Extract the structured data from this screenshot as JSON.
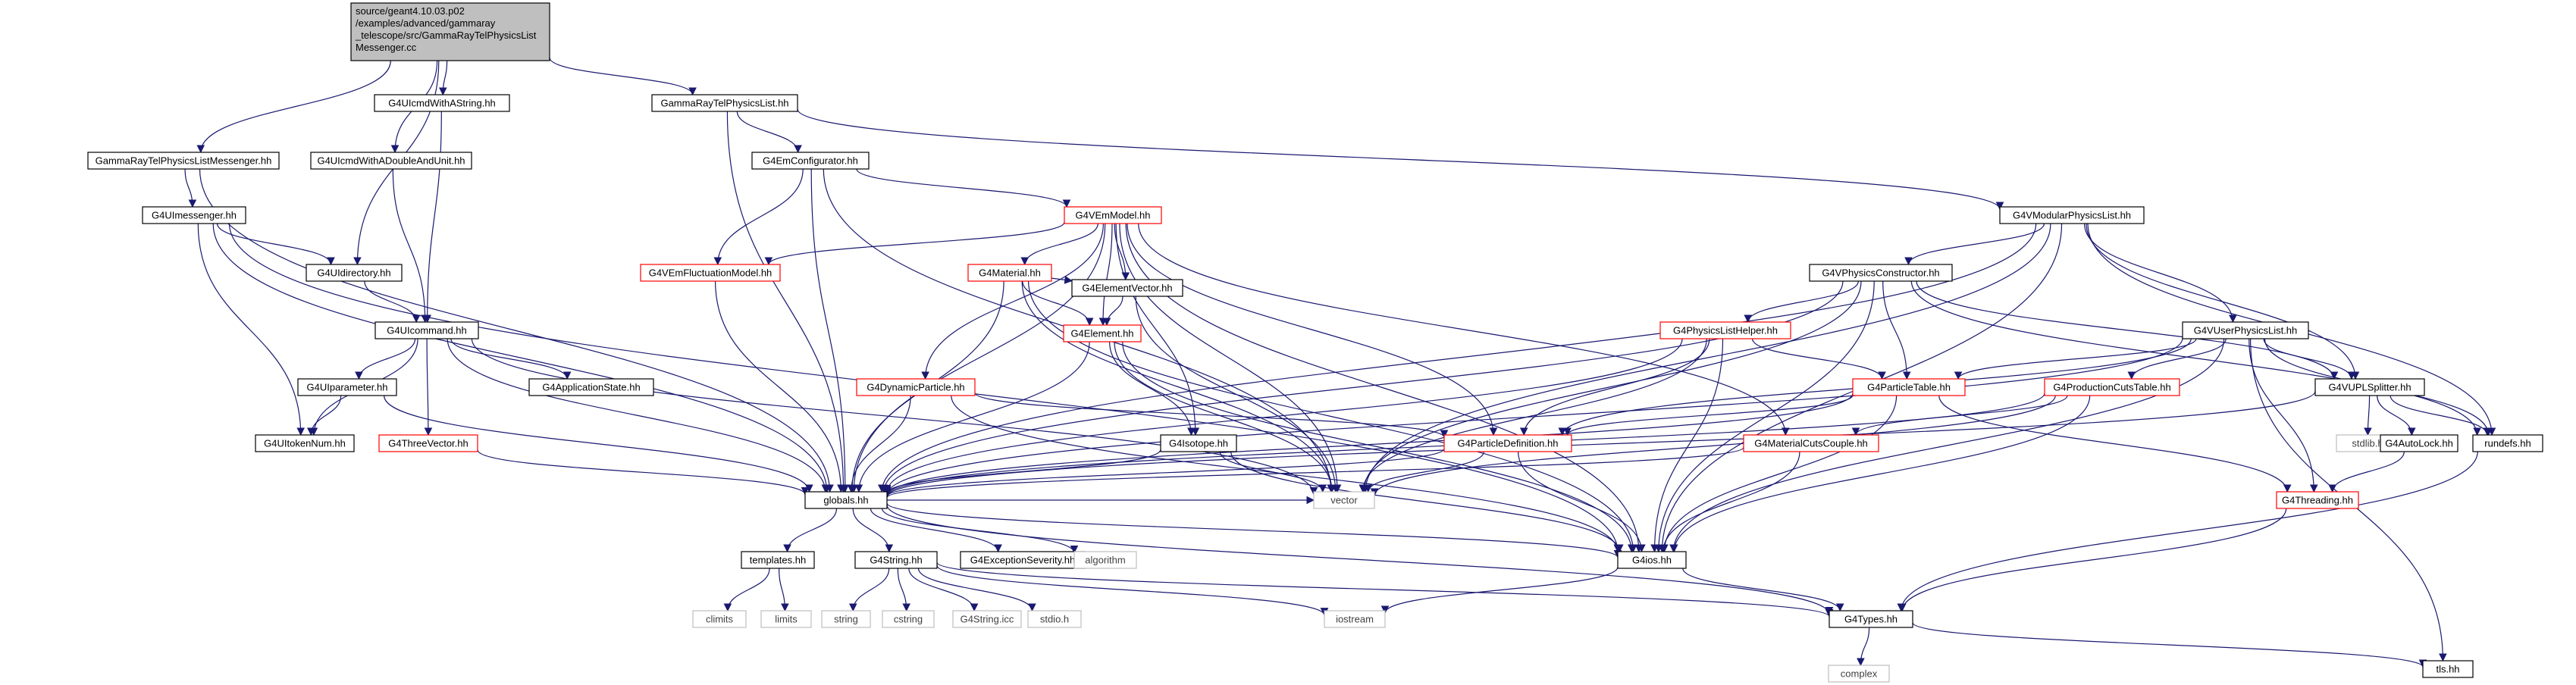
{
  "graph": {
    "colors": {
      "edge": "#191970",
      "root_fill": "#bfbfbf",
      "node_border": "#000000",
      "truncated_border": "#ff0000",
      "external_border": "#bfbfbf",
      "external_text": "#404040",
      "text": "#000000"
    },
    "nodes": [
      {
        "id": "root",
        "kind": "root",
        "label": "source/geant4.10.03.p02\n/examples/advanced/gammaray\n_telescope/src/GammaRayTelPhysicsList\nMessenger.cc"
      },
      {
        "id": "grtplm",
        "kind": "normal",
        "label": "GammaRayTelPhysicsListMessenger.hh"
      },
      {
        "id": "uicmdstr",
        "kind": "normal",
        "label": "G4UIcmdWithAString.hh"
      },
      {
        "id": "uicmddbl",
        "kind": "normal",
        "label": "G4UIcmdWithADoubleAndUnit.hh"
      },
      {
        "id": "grtpl",
        "kind": "normal",
        "label": "GammaRayTelPhysicsList.hh"
      },
      {
        "id": "uimess",
        "kind": "normal",
        "label": "G4UImessenger.hh"
      },
      {
        "id": "uidir",
        "kind": "normal",
        "label": "G4UIdirectory.hh"
      },
      {
        "id": "uicmd",
        "kind": "normal",
        "label": "G4UIcommand.hh"
      },
      {
        "id": "uiparam",
        "kind": "normal",
        "label": "G4UIparameter.hh"
      },
      {
        "id": "uitoken",
        "kind": "normal",
        "label": "G4UItokenNum.hh"
      },
      {
        "id": "threevec",
        "kind": "truncated",
        "label": "G4ThreeVector.hh"
      },
      {
        "id": "appstate",
        "kind": "normal",
        "label": "G4ApplicationState.hh"
      },
      {
        "id": "emconf",
        "kind": "normal",
        "label": "G4EmConfigurator.hh"
      },
      {
        "id": "vemmodel",
        "kind": "truncated",
        "label": "G4VEmModel.hh"
      },
      {
        "id": "vemfluct",
        "kind": "truncated",
        "label": "G4VEmFluctuationModel.hh"
      },
      {
        "id": "material",
        "kind": "truncated",
        "label": "G4Material.hh"
      },
      {
        "id": "elemvec",
        "kind": "normal",
        "label": "G4ElementVector.hh"
      },
      {
        "id": "element",
        "kind": "truncated",
        "label": "G4Element.hh"
      },
      {
        "id": "dynpart",
        "kind": "truncated",
        "label": "G4DynamicParticle.hh"
      },
      {
        "id": "isotope",
        "kind": "normal",
        "label": "G4Isotope.hh"
      },
      {
        "id": "partdef",
        "kind": "truncated",
        "label": "G4ParticleDefinition.hh"
      },
      {
        "id": "matcuts",
        "kind": "truncated",
        "label": "G4MaterialCutsCouple.hh"
      },
      {
        "id": "vmodpl",
        "kind": "normal",
        "label": "G4VModularPhysicsList.hh"
      },
      {
        "id": "vphyscons",
        "kind": "normal",
        "label": "G4VPhysicsConstructor.hh"
      },
      {
        "id": "plhelper",
        "kind": "truncated",
        "label": "G4PhysicsListHelper.hh"
      },
      {
        "id": "parttable",
        "kind": "truncated",
        "label": "G4ParticleTable.hh"
      },
      {
        "id": "vuserpl",
        "kind": "normal",
        "label": "G4VUserPhysicsList.hh"
      },
      {
        "id": "prodcuts",
        "kind": "truncated",
        "label": "G4ProductionCutsTable.hh"
      },
      {
        "id": "vupl",
        "kind": "normal",
        "label": "G4VUPLSplitter.hh"
      },
      {
        "id": "stdlib",
        "kind": "external",
        "label": "stdlib.h"
      },
      {
        "id": "autolock",
        "kind": "normal",
        "label": "G4AutoLock.hh"
      },
      {
        "id": "rundefs",
        "kind": "normal",
        "label": "rundefs.hh"
      },
      {
        "id": "threading",
        "kind": "truncated",
        "label": "G4Threading.hh"
      },
      {
        "id": "globals",
        "kind": "normal",
        "label": "globals.hh"
      },
      {
        "id": "vector",
        "kind": "external",
        "label": "vector"
      },
      {
        "id": "ios",
        "kind": "normal",
        "label": "G4ios.hh"
      },
      {
        "id": "templates",
        "kind": "normal",
        "label": "templates.hh"
      },
      {
        "id": "g4string",
        "kind": "normal",
        "label": "G4String.hh"
      },
      {
        "id": "excsev",
        "kind": "normal",
        "label": "G4ExceptionSeverity.hh"
      },
      {
        "id": "algorithm",
        "kind": "external",
        "label": "algorithm"
      },
      {
        "id": "climits",
        "kind": "external",
        "label": "climits"
      },
      {
        "id": "limits",
        "kind": "external",
        "label": "limits"
      },
      {
        "id": "string",
        "kind": "external",
        "label": "string"
      },
      {
        "id": "cstring",
        "kind": "external",
        "label": "cstring"
      },
      {
        "id": "g4stricc",
        "kind": "external",
        "label": "G4String.icc"
      },
      {
        "id": "stdio",
        "kind": "external",
        "label": "stdio.h"
      },
      {
        "id": "iostream",
        "kind": "external",
        "label": "iostream"
      },
      {
        "id": "types",
        "kind": "normal",
        "label": "G4Types.hh"
      },
      {
        "id": "complex",
        "kind": "external",
        "label": "complex"
      },
      {
        "id": "tls",
        "kind": "normal",
        "label": "tls.hh"
      }
    ],
    "edges": [
      [
        "root",
        "grtplm"
      ],
      [
        "root",
        "uicmdstr"
      ],
      [
        "root",
        "uicmddbl"
      ],
      [
        "root",
        "uidir"
      ],
      [
        "root",
        "grtpl"
      ],
      [
        "grtplm",
        "uimess"
      ],
      [
        "grtplm",
        "globals"
      ],
      [
        "uimess",
        "uidir"
      ],
      [
        "uimess",
        "uitoken"
      ],
      [
        "uimess",
        "globals"
      ],
      [
        "uimess",
        "ios"
      ],
      [
        "uicmdstr",
        "uicmd"
      ],
      [
        "uicmddbl",
        "uicmd"
      ],
      [
        "uidir",
        "uicmd"
      ],
      [
        "uicmd",
        "uiparam"
      ],
      [
        "uicmd",
        "uitoken"
      ],
      [
        "uicmd",
        "threevec"
      ],
      [
        "uicmd",
        "appstate"
      ],
      [
        "uicmd",
        "globals"
      ],
      [
        "uicmd",
        "vector"
      ],
      [
        "uiparam",
        "uitoken"
      ],
      [
        "uiparam",
        "globals"
      ],
      [
        "threevec",
        "globals"
      ],
      [
        "grtpl",
        "emconf"
      ],
      [
        "grtpl",
        "vmodpl"
      ],
      [
        "grtpl",
        "globals"
      ],
      [
        "emconf",
        "vemmodel"
      ],
      [
        "emconf",
        "vemfluct"
      ],
      [
        "emconf",
        "globals"
      ],
      [
        "emconf",
        "vector"
      ],
      [
        "vemmodel",
        "vemfluct"
      ],
      [
        "vemmodel",
        "material"
      ],
      [
        "vemmodel",
        "elemvec"
      ],
      [
        "vemmodel",
        "element"
      ],
      [
        "vemmodel",
        "dynpart"
      ],
      [
        "vemmodel",
        "isotope"
      ],
      [
        "vemmodel",
        "partdef"
      ],
      [
        "vemmodel",
        "matcuts"
      ],
      [
        "vemmodel",
        "globals"
      ],
      [
        "vemmodel",
        "vector"
      ],
      [
        "vemmodel",
        "ios"
      ],
      [
        "vemfluct",
        "globals"
      ],
      [
        "material",
        "elemvec"
      ],
      [
        "material",
        "element"
      ],
      [
        "material",
        "globals"
      ],
      [
        "material",
        "vector"
      ],
      [
        "material",
        "ios"
      ],
      [
        "elemvec",
        "element"
      ],
      [
        "elemvec",
        "vector"
      ],
      [
        "element",
        "isotope"
      ],
      [
        "element",
        "globals"
      ],
      [
        "element",
        "vector"
      ],
      [
        "element",
        "ios"
      ],
      [
        "dynpart",
        "globals"
      ],
      [
        "dynpart",
        "partdef"
      ],
      [
        "dynpart",
        "ios"
      ],
      [
        "isotope",
        "globals"
      ],
      [
        "isotope",
        "vector"
      ],
      [
        "isotope",
        "ios"
      ],
      [
        "partdef",
        "globals"
      ],
      [
        "partdef",
        "vector"
      ],
      [
        "partdef",
        "ios"
      ],
      [
        "matcuts",
        "globals"
      ],
      [
        "matcuts",
        "ios"
      ],
      [
        "vmodpl",
        "vphyscons"
      ],
      [
        "vmodpl",
        "vuserpl"
      ],
      [
        "vmodpl",
        "vupl"
      ],
      [
        "vmodpl",
        "rundefs"
      ],
      [
        "vmodpl",
        "globals"
      ],
      [
        "vmodpl",
        "vector"
      ],
      [
        "vmodpl",
        "ios"
      ],
      [
        "vphyscons",
        "plhelper"
      ],
      [
        "vphyscons",
        "parttable"
      ],
      [
        "vphyscons",
        "vupl"
      ],
      [
        "vphyscons",
        "rundefs"
      ],
      [
        "vphyscons",
        "globals"
      ],
      [
        "vphyscons",
        "vector"
      ],
      [
        "vphyscons",
        "ios"
      ],
      [
        "plhelper",
        "parttable"
      ],
      [
        "plhelper",
        "partdef"
      ],
      [
        "plhelper",
        "globals"
      ],
      [
        "plhelper",
        "vector"
      ],
      [
        "plhelper",
        "ios"
      ],
      [
        "parttable",
        "partdef"
      ],
      [
        "parttable",
        "globals"
      ],
      [
        "parttable",
        "ios"
      ],
      [
        "parttable",
        "threading"
      ],
      [
        "vuserpl",
        "parttable"
      ],
      [
        "vuserpl",
        "prodcuts"
      ],
      [
        "vuserpl",
        "vupl"
      ],
      [
        "vuserpl",
        "rundefs"
      ],
      [
        "vuserpl",
        "threading"
      ],
      [
        "vuserpl",
        "partdef"
      ],
      [
        "vuserpl",
        "globals"
      ],
      [
        "vuserpl",
        "ios"
      ],
      [
        "vuserpl",
        "tls"
      ],
      [
        "prodcuts",
        "matcuts"
      ],
      [
        "prodcuts",
        "globals"
      ],
      [
        "prodcuts",
        "vector"
      ],
      [
        "prodcuts",
        "ios"
      ],
      [
        "vupl",
        "stdlib"
      ],
      [
        "vupl",
        "autolock"
      ],
      [
        "vupl",
        "rundefs"
      ],
      [
        "vupl",
        "globals"
      ],
      [
        "autolock",
        "threading"
      ],
      [
        "rundefs",
        "types"
      ],
      [
        "threading",
        "types"
      ],
      [
        "globals",
        "templates"
      ],
      [
        "globals",
        "g4string"
      ],
      [
        "globals",
        "excsev"
      ],
      [
        "globals",
        "algorithm"
      ],
      [
        "globals",
        "ios"
      ],
      [
        "globals",
        "types"
      ],
      [
        "globals",
        "vector"
      ],
      [
        "templates",
        "climits"
      ],
      [
        "templates",
        "limits"
      ],
      [
        "g4string",
        "string"
      ],
      [
        "g4string",
        "cstring"
      ],
      [
        "g4string",
        "g4stricc"
      ],
      [
        "g4string",
        "stdio"
      ],
      [
        "g4string",
        "types"
      ],
      [
        "g4string",
        "iostream"
      ],
      [
        "ios",
        "iostream"
      ],
      [
        "ios",
        "types"
      ],
      [
        "types",
        "complex"
      ],
      [
        "types",
        "tls"
      ]
    ]
  }
}
